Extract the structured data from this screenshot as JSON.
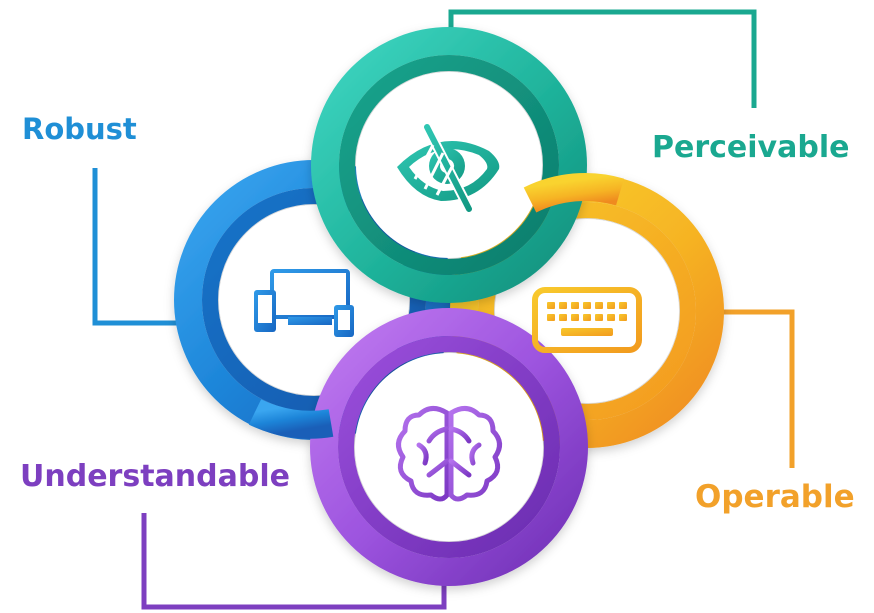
{
  "principles": {
    "robust": {
      "label": "Robust",
      "color": "#1f8fd6",
      "icon": "devices-icon"
    },
    "perceivable": {
      "label": "Perceivable",
      "color": "#1aa890",
      "icon": "eye-slash-icon"
    },
    "operable": {
      "label": "Operable",
      "color": "#f2a12a",
      "icon": "keyboard-icon"
    },
    "understandable": {
      "label": "Understandable",
      "color": "#7d3fc0",
      "icon": "brain-icon"
    }
  }
}
